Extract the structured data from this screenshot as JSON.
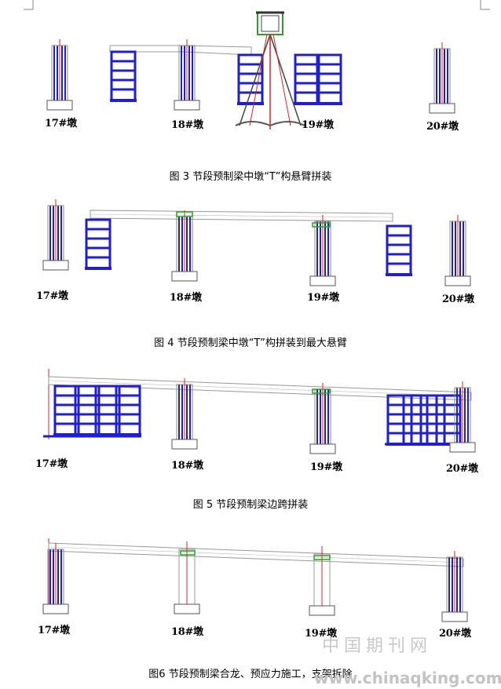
{
  "figures": [
    {
      "caption": "图 3  节段预制梁中墩“T”构悬臂拼装",
      "piers": [
        "17#墩",
        "18#墩",
        "19#墩",
        "20#墩"
      ]
    },
    {
      "caption": "图 4  节段预制梁中墩“T”构拼装到最大悬臂",
      "piers": [
        "17#墩",
        "18#墩",
        "19#墩",
        "20#墩"
      ]
    },
    {
      "caption": "图 5  节段预制梁边跨拼装",
      "piers": [
        "17#墩",
        "18#墩",
        "19#墩",
        "20#墩"
      ]
    },
    {
      "caption": "图6 节段预制梁合龙、预应力施工，支架拆除",
      "piers": [
        "17#墩",
        "18#墩",
        "19#墩",
        "20#墩"
      ]
    }
  ],
  "watermark": {
    "cn": "中国期刊网",
    "url": "www.chinaqking.com"
  },
  "colors": {
    "blue": "#1f1fd0",
    "red": "#e02020",
    "gray": "#8a8a8a",
    "green": "#2aa02a"
  }
}
